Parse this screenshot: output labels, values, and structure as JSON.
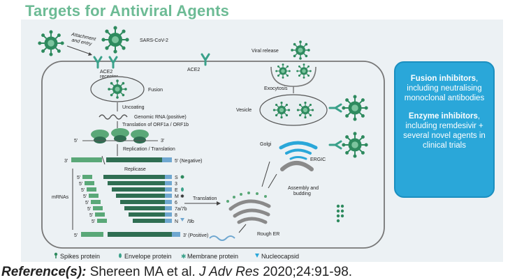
{
  "title": "Targets for Antiviral Agents",
  "diagram": {
    "attachment": "Attachment and entry",
    "virus": "SARS-CoV-2",
    "ace2_receptor": "ACE2 receptor",
    "ace2": "ACE2",
    "fusion": "Fusion",
    "uncoating": "Uncoating",
    "genomic_rna": "Genomic RNA (positive)",
    "translation_orf": "Translation of ORF1a / ORF1b",
    "five_prime": "5'",
    "three_prime": "3'",
    "replication": "Replication / Translation",
    "negative": "5' (Negative)",
    "replicase": "Replicase",
    "mrnas": "mRNAs",
    "mrna_labels": [
      "S",
      "3",
      "E",
      "M",
      "6",
      "7a/7b",
      "8",
      "N",
      "/9b"
    ],
    "positive": "3' (Positive)",
    "translation": "Translation",
    "rough_er": "Rough ER",
    "assembly": "Assembly and budding",
    "ergic": "ERGIC",
    "golgi": "Golgi",
    "vesicle": "Vesicle",
    "exocytosis": "Exocytosis",
    "viral_release": "Viral release"
  },
  "legend": [
    {
      "label": "Spikes protein",
      "icon": "spike-icon"
    },
    {
      "label": "Envelope protein",
      "icon": "envelope-icon"
    },
    {
      "label": "Membrane protein",
      "icon": "membrane-icon"
    },
    {
      "label": "Nucleocapsid",
      "icon": "nucleocapsid-icon"
    }
  ],
  "callout": {
    "fusion_bold": "Fusion inhibitors",
    "fusion_rest": "including neutralising monoclonal antibodies",
    "enzyme_bold": "Enzyme inhibitors",
    "enzyme_rest": "including remdesivir + several novel agents in clinical trials"
  },
  "reference": {
    "label": "Reference(s):",
    "authors": "Shereen MA et al.",
    "journal": "J Adv Res",
    "citation": "2020;24:91-98."
  },
  "colors": {
    "title": "#6dbb95",
    "virus": "#2e8a5e",
    "callout": "#2aa7d9",
    "panel": "#ecf1f4",
    "rna_green": "#5aa878",
    "rna_dark": "#2f6e52",
    "rna_blue": "#6fa7d0"
  }
}
